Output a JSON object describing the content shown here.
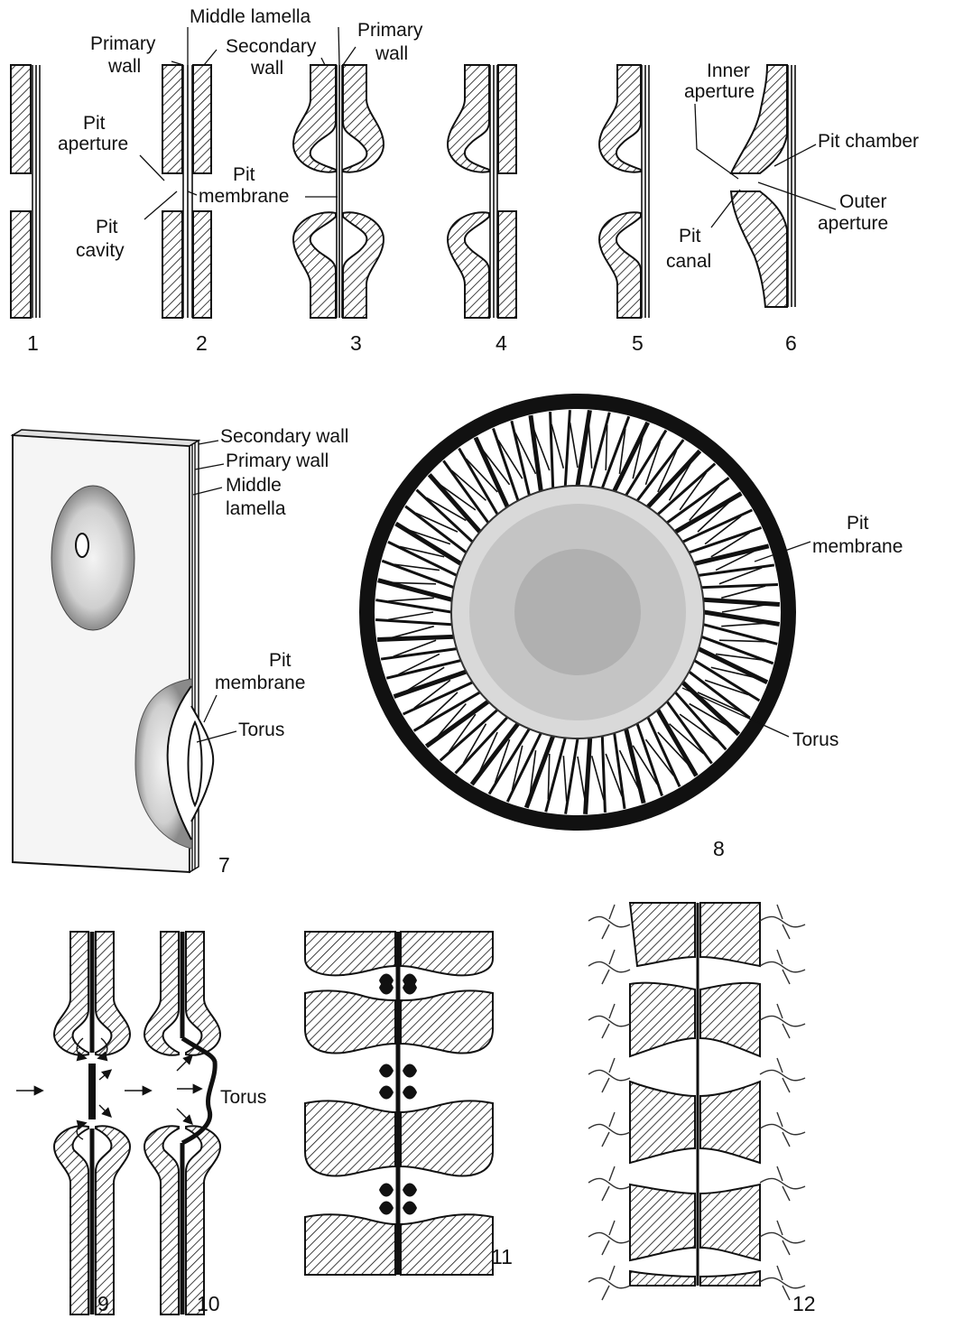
{
  "labels": {
    "primary_wall_left": "Primary",
    "primary_wall_left_2": "wall",
    "middle_lamella_top": "Middle lamella",
    "secondary_wall_top_1": "Secondary",
    "secondary_wall_top_2": "wall",
    "primary_wall_right_1": "Primary",
    "primary_wall_right_2": "wall",
    "pit_aperture_1": "Pit",
    "pit_aperture_2": "aperture",
    "pit_cavity_1": "Pit",
    "pit_cavity_2": "cavity",
    "pit_membrane_top_1": "Pit",
    "pit_membrane_top_2": "membrane",
    "inner_aperture_1": "Inner",
    "inner_aperture_2": "aperture",
    "pit_chamber": "Pit chamber",
    "outer_aperture_1": "Outer",
    "outer_aperture_2": "aperture",
    "pit_canal_1": "Pit",
    "pit_canal_2": "canal",
    "secondary_wall_7": "Secondary wall",
    "primary_wall_7": "Primary wall",
    "middle_lamella_7_1": "Middle",
    "middle_lamella_7_2": "lamella",
    "pit_membrane_7_1": "Pit",
    "pit_membrane_7_2": "membrane",
    "torus_7": "Torus",
    "pit_membrane_8_1": "Pit",
    "pit_membrane_8_2": "membrane",
    "torus_8": "Torus",
    "torus_10": "Torus"
  },
  "figure_numbers": [
    "1",
    "2",
    "3",
    "4",
    "5",
    "6",
    "7",
    "8",
    "9",
    "10",
    "11",
    "12"
  ],
  "colors": {
    "ink": "#111111",
    "paper": "#ffffff"
  }
}
